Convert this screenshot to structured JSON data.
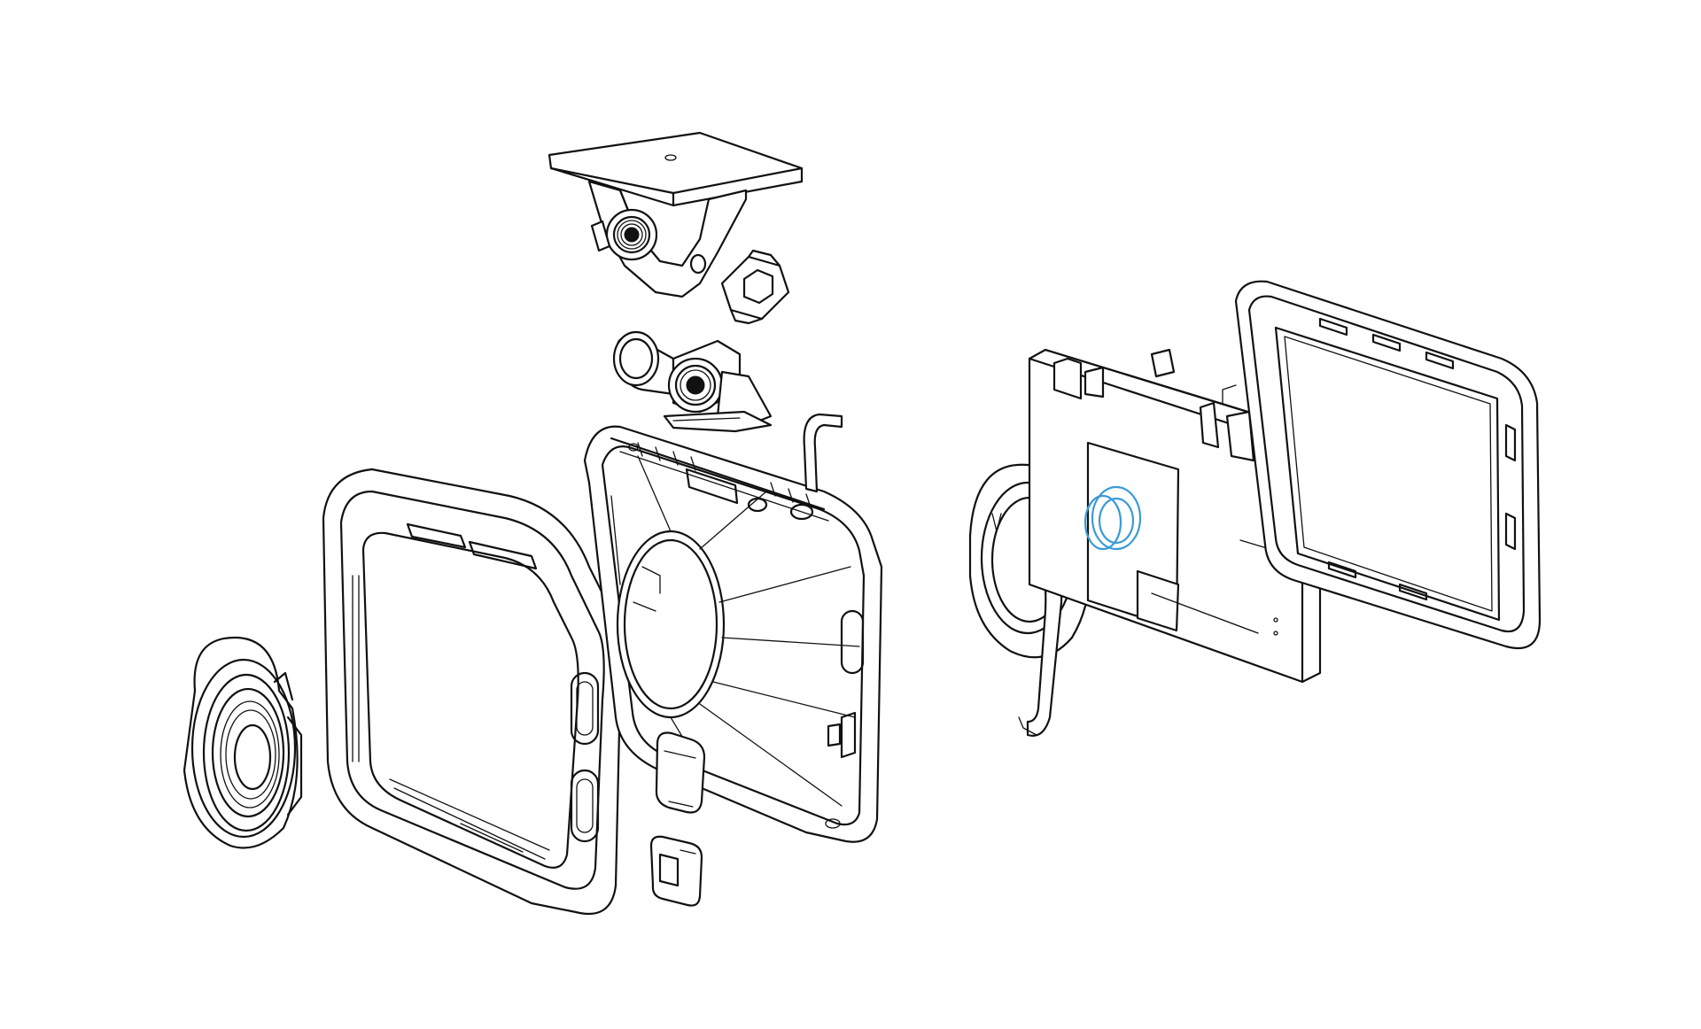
{
  "diagram": {
    "type": "exploded-view",
    "background": "#ffffff",
    "line_color": "#111111",
    "highlight_color": "#3a9bd6",
    "parts": [
      "mount-bracket",
      "rear-camera-module",
      "front-lens-ring",
      "front-bezel-frame",
      "main-housing",
      "port-cover-plug",
      "sd-card-cover",
      "lens-holder-assembly",
      "circuit-board",
      "screen-bezel"
    ]
  }
}
